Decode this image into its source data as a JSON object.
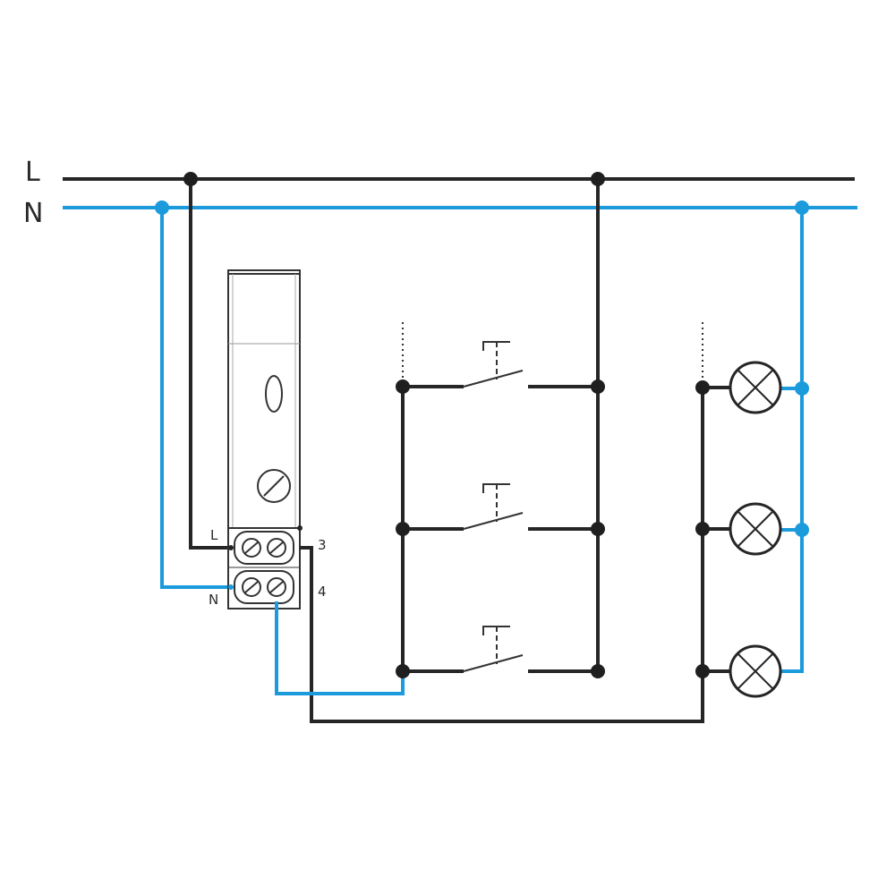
{
  "rails": {
    "line_label": "L",
    "neutral_label": "N"
  },
  "relay": {
    "terminal_l": "L",
    "terminal_n": "N",
    "terminal_3": "3",
    "terminal_4": "4"
  },
  "colors": {
    "line_wire": "#262626",
    "neutral_wire": "#1c9bdc"
  },
  "components": {
    "pushbuttons": 3,
    "lamps": 3
  }
}
